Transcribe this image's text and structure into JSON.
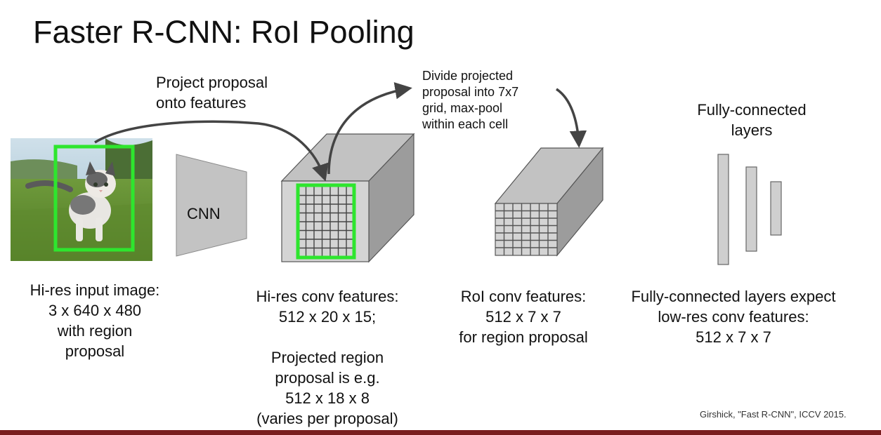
{
  "slide": {
    "title": "Faster R-CNN: RoI Pooling",
    "citation": "Girshick, \"Fast R-CNN\", ICCV 2015."
  },
  "labels": {
    "project_proposal": [
      "Project proposal",
      "onto features"
    ],
    "divide": [
      "Divide projected",
      "proposal into 7x7",
      "grid, max-pool",
      "within each cell"
    ],
    "cnn": "CNN",
    "fully_connected_title": [
      "Fully-connected",
      "layers"
    ]
  },
  "captions": {
    "input_image": [
      "Hi-res input image:",
      "3 x 640 x 480",
      "with region",
      "proposal"
    ],
    "conv_features": [
      "Hi-res conv features:",
      "512 x 20 x 15;",
      "",
      "Projected region",
      "proposal is e.g.",
      "512 x 18 x 8",
      "(varies per proposal)"
    ],
    "roi_features": [
      "RoI conv features:",
      "512 x 7 x 7",
      "for region proposal"
    ],
    "fc_expect": [
      "Fully-connected layers expect",
      "low-res conv features:",
      "512 x 7 x 7"
    ]
  },
  "colors": {
    "proposal_box": "#2ee62e",
    "block_face": "#d4d4d4",
    "block_top": "#c2c2c2",
    "block_side": "#9c9c9c",
    "arrow": "#444444",
    "accent_bar": "#7a1e1e"
  },
  "icons": {
    "input_image": "kitten-photo"
  }
}
